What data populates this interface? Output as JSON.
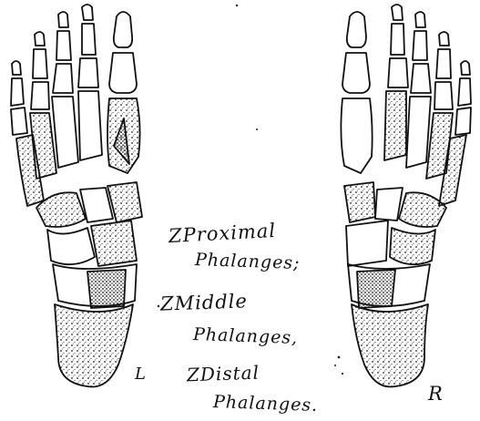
{
  "labels": {
    "line1": "ZProximal",
    "line2": "Phalanges;",
    "line3": "ZMiddle",
    "line4": "Phalanges,",
    "line5": "ZDistal",
    "line6": "Phalanges."
  },
  "sides": {
    "left": "L",
    "right": "R"
  },
  "colors": {
    "ink": "#111111",
    "paper": "#ffffff",
    "stipple": "#333333"
  }
}
